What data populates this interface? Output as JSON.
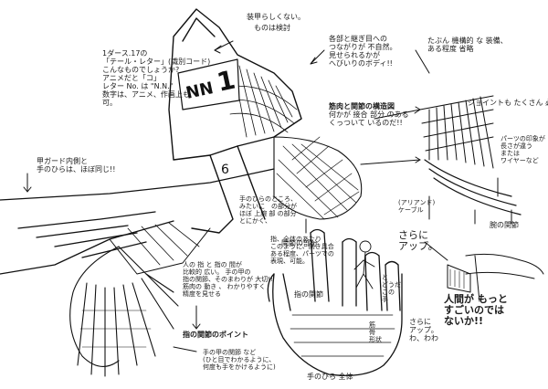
{
  "badge": {
    "text": "NN",
    "number": "1"
  },
  "notes": {
    "top_center": "装甲らしくない。",
    "top_center_2": "ものは検討",
    "top_left": [
      "1ダース.17の",
      "「テール・レター」(識別コード)",
      "こんなものでしょうか?",
      "アニメだと「コ」",
      "レター No. は \"N.N.\"",
      "数字は、アニメ、作画上も",
      "可。"
    ],
    "top_mid_right": [
      "各部と継ぎ目への",
      "つながりが 不自然。",
      "見せられるかが",
      "へびいりのボディ!!"
    ],
    "top_right": [
      "たぶん 機構的 な 装備、",
      "ある程度 省略"
    ],
    "right_upper": "ジョイントも たくさん 必要",
    "center_title": [
      "筋肉と関節の構造図",
      "何かが 接合 部分 のある",
      "くっついて いるのだ!!"
    ],
    "right_mid": [
      "パーツの印象が",
      "長さが違う",
      "または",
      "ワイヤーなど"
    ],
    "left_mid": [
      "甲ガード内側と",
      "手のひらは、ほぼ同じ!!"
    ],
    "center_small": [
      "手のひらのところ、",
      "みたいに　の部分が",
      "ほぼ 上腕 部 の部分",
      "とにかく、"
    ],
    "center_arrow": "関節の部分",
    "right_cable": [
      "(アリアンド)",
      "ケーブル"
    ],
    "sara_ni": [
      "さらに",
      "アップ。"
    ],
    "right_side": "腕の関節",
    "lower_left": [
      "人の 指 と 指の 間が",
      "比較的 広い。 手の甲の",
      "指の関節、そのまわりが 大切!!",
      "筋肉の 動き 、 わかりやすく",
      "精度を見せる"
    ],
    "lower_left_2": "指の関節のポイント",
    "lower_center": [
      "指、全体のあたり",
      "このように、開き具合",
      "ある程度、パーツでの",
      "表現、可能。"
    ],
    "lower_center_2": "指の関節",
    "bottom_center": [
      "手の甲の関節 など",
      "(ひと目でわかるように、",
      "何度も手をかけるように)"
    ],
    "bottom_center_2": "手のひら 全体",
    "lower_right": [
      "人間が もっと",
      "すごいのでは",
      "ないか!!"
    ],
    "lower_right_2": [
      "筋",
      "骨",
      "形状"
    ],
    "lower_right_3": [
      "さらに",
      "アップ。",
      "わ、わわ"
    ],
    "lower_right_4": [
      "と",
      "どうだ",
      "この",
      "手"
    ]
  }
}
